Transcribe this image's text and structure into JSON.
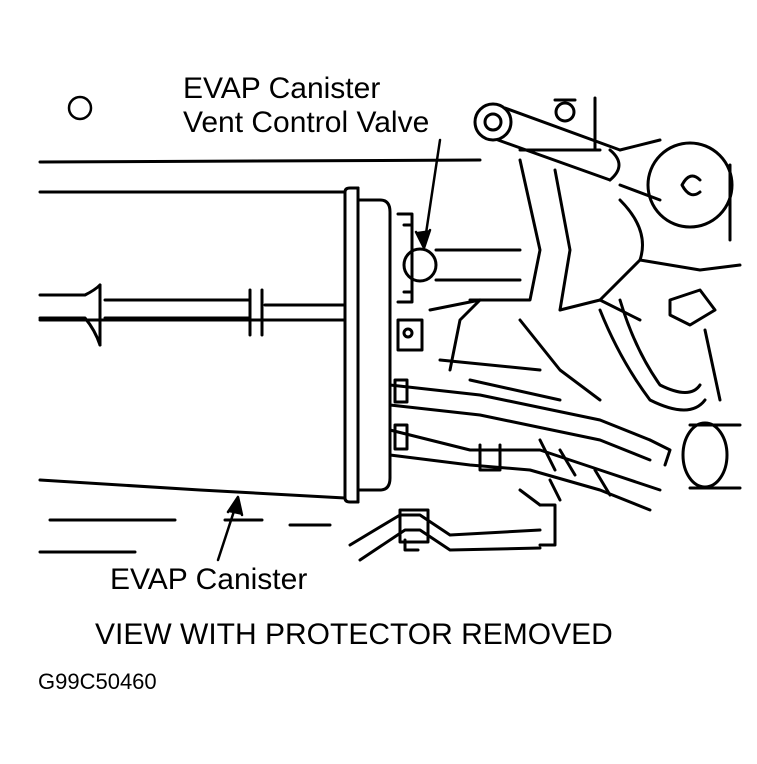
{
  "callouts": {
    "vent_valve_line1": "EVAP Canister",
    "vent_valve_line2": "Vent Control Valve",
    "canister": "EVAP Canister"
  },
  "caption": "VIEW WITH PROTECTOR REMOVED",
  "figure_code": "G99C50460",
  "colors": {
    "ink": "#000000",
    "paper": "#ffffff"
  }
}
